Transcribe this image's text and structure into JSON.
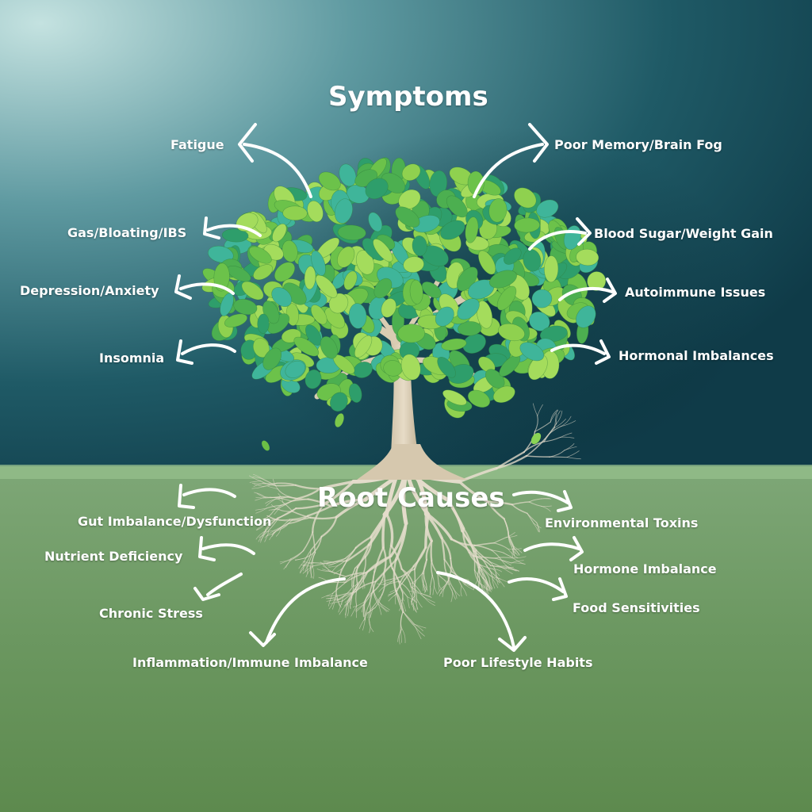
{
  "title_top": "Symptoms",
  "title_bottom": "Root Causes",
  "symptoms": {
    "fatigue": "Fatigue",
    "gas_bloating": "Gas/Bloating/IBS",
    "depression": "Depression/Anxiety",
    "insomnia": "Insomnia",
    "memory": "Poor Memory/Brain Fog",
    "blood_sugar": "Blood Sugar/Weight Gain",
    "autoimmune": "Autoimmune Issues",
    "hormonal": "Hormonal Imbalances"
  },
  "causes": {
    "gut": "Gut Imbalance/Dysfunction",
    "nutrient": "Nutrient Deficiency",
    "stress": "Chronic Stress",
    "inflammation": "Inflammation/Immune Imbalance",
    "toxins": "Environmental Toxins",
    "hormone": "Hormone Imbalance",
    "food": "Food Sensitivities",
    "lifestyle": "Poor Lifestyle Habits"
  },
  "colors": {
    "wall_light": "#b9dcdc",
    "wall_dark": "#12434f",
    "ground_top": "#7fa878",
    "ground_bottom": "#5f8a4f",
    "leaf_light": "#8fd14f",
    "leaf_mid": "#4caf50",
    "leaf_teal": "#3fb59a",
    "trunk": "#d8cbb4",
    "text": "#ffffff"
  }
}
